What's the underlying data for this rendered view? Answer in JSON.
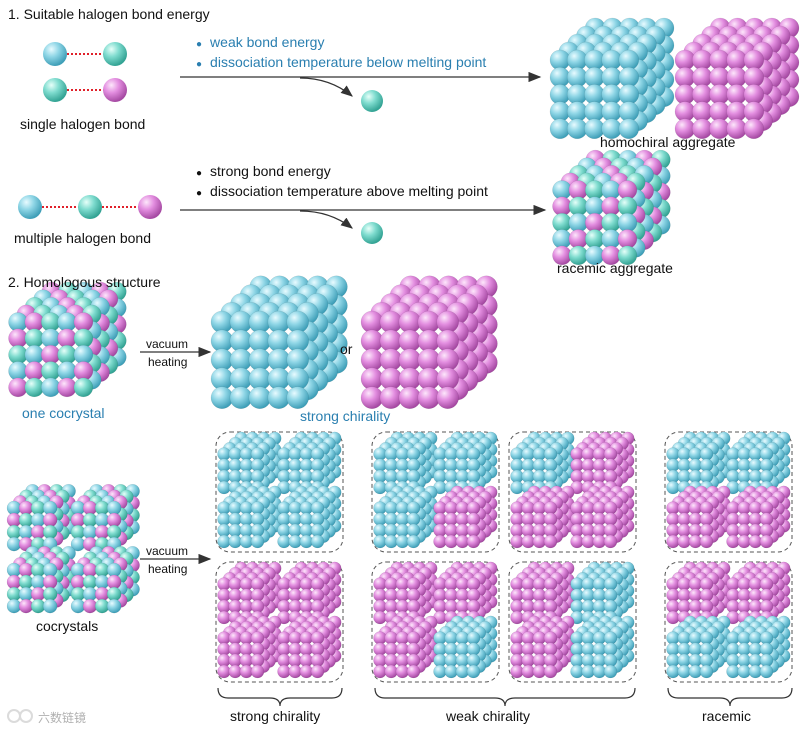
{
  "section1": {
    "heading": "1. Suitable halogen bond energy",
    "row1": {
      "left_label": "single halogen bond",
      "bullets": [
        "weak bond energy",
        "dissociation temperature below melting point"
      ],
      "right_label": "homochiral aggregate"
    },
    "row2": {
      "left_label": "multiple halogen bond",
      "bullets": [
        "strong bond energy",
        "dissociation temperature above melting point"
      ],
      "right_label": "racemic aggregate"
    }
  },
  "section2": {
    "heading": "2. Homologous structure",
    "top": {
      "left_label": "one cocrystal",
      "arrow_label_1": "vacuum",
      "arrow_label_2": "heating",
      "or_label": "or",
      "right_label": "strong chirality"
    },
    "bottom": {
      "left_label": "cocrystals",
      "arrow_label_1": "vacuum",
      "arrow_label_2": "heating",
      "group_labels": [
        "strong chirality",
        "weak chirality",
        "racemic"
      ]
    }
  },
  "watermark": "六数链镜",
  "colors": {
    "cyan": "#8fd6e6",
    "magenta": "#e38ee0",
    "mint": "#7fdccf",
    "bond": "#e0202a",
    "blue_text": "#2a7fb0"
  }
}
